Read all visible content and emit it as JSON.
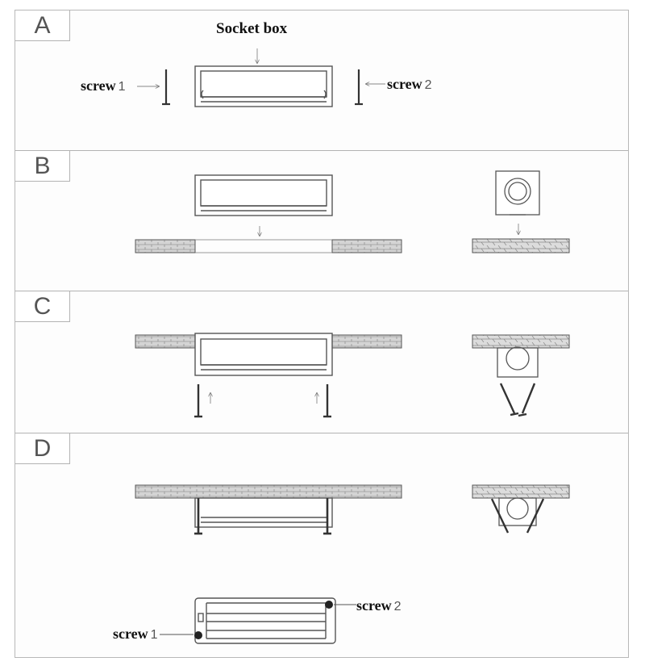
{
  "steps": [
    {
      "letter": "A"
    },
    {
      "letter": "B"
    },
    {
      "letter": "C"
    },
    {
      "letter": "D"
    }
  ],
  "labels": {
    "socket_box": "Socket box",
    "screw_word": "screw",
    "screw1_num": "1",
    "screw2_num": "2"
  },
  "colors": {
    "line": "#555555",
    "wall_fill": "#d9d9d9",
    "frame": "#b3b3b3"
  }
}
